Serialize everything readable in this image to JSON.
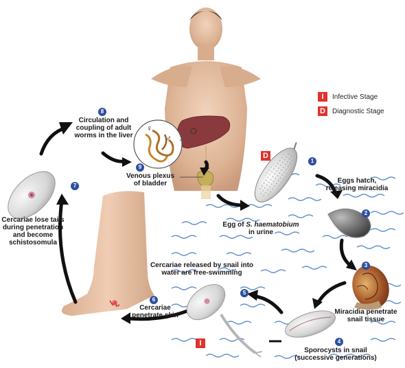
{
  "legend": {
    "infective_letter": "I",
    "infective_label": "Infective Stage",
    "diagnostic_letter": "D",
    "diagnostic_label": "Diagnostic Stage"
  },
  "steps": {
    "s1": {
      "num": "1",
      "label": "Eggs hatch, releasing miracidia"
    },
    "s2": {
      "num": "2"
    },
    "s3": {
      "num": "3",
      "label": "Miracidia penetrate snail tissue"
    },
    "s4": {
      "num": "4",
      "label": "Sporocysts in snail (successive generations)"
    },
    "s5": {
      "num": "5",
      "label": "Cercariae released by snail into water are free-swimming"
    },
    "s6": {
      "num": "6",
      "label": "Cercariae penetrate skin"
    },
    "s7": {
      "num": "7",
      "label": "Cercariae lose tails during penetration and become schistosomula"
    },
    "s8": {
      "num": "8",
      "label": "Circulation and coupling of adult worms in the liver"
    },
    "s9": {
      "num": "9",
      "label": "Venous plexus of bladder"
    }
  },
  "egg": {
    "label_prefix": "Egg of ",
    "label_species": "S. haematobium",
    "label_suffix": "in urine"
  },
  "symbols": {
    "female": "♀",
    "male": "♂"
  },
  "colors": {
    "accent_blue": "#2d4f9e",
    "stage_red": "#e0332b",
    "water": "#4a7fc0",
    "skin": "#e4bfa2",
    "liver": "#8a3a3c"
  }
}
